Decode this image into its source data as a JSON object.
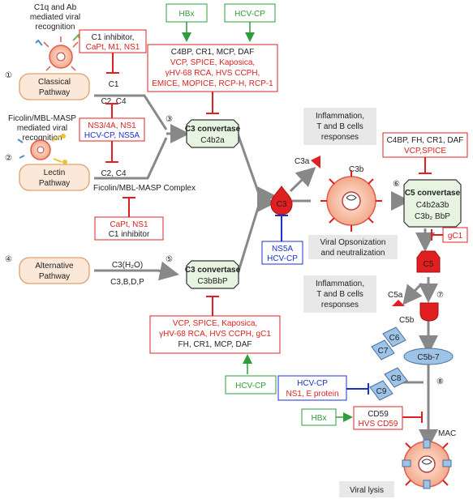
{
  "colors": {
    "red": "#e02020",
    "blue": "#1c2fd0",
    "green": "#2e9d3b",
    "pathway_fill": "#fbe8d8",
    "pathway_stroke": "#e0a070",
    "convertase_fill": "#e6f4e1",
    "grey_box": "#e8e8e8",
    "c5b7_fill": "#9dc3e6"
  },
  "classical": {
    "recognition": [
      "C1q and Ab",
      "mediated viral",
      "recognition"
    ],
    "number": "①",
    "pathway": [
      "Classical",
      "Pathway"
    ],
    "inhibitors": [
      "C1 inhibitor,",
      "CaPt, M1, NS1"
    ],
    "c1": "C1",
    "c2c4": "C2, C4"
  },
  "lectin": {
    "recognition": [
      "Ficolin/MBL-MASP",
      "mediated viral",
      "recognition"
    ],
    "number": "②",
    "pathway": [
      "Lectin",
      "Pathway"
    ],
    "inhibitors_line1": "NS3/4A, NS1",
    "inhibitors_line2": "HCV-CP, NS5A",
    "c2c4": "C2, C4",
    "complex": "Ficolin/MBL-MASP Complex",
    "lower_inhibitors": [
      "CaPt, NS1",
      "C1 inhibitor"
    ]
  },
  "alternative": {
    "number": "④",
    "pathway": [
      "Alternative",
      "Pathway"
    ],
    "c3h2o": "C3(H₂O)",
    "factors": "C3,B,D,P"
  },
  "top": {
    "hbx": "HBx",
    "hcvcp": "HCV-CP",
    "regulators_line1": "C4BP, CR1, MCP, DAF",
    "regulators_red": [
      "VCP, SPICE, Kaposica,",
      "γHV-68 RCA, HVS CCPH,",
      "EMICE, MOPICE, RCP-H, RCP-1"
    ]
  },
  "c3conv_classical": {
    "number": "③",
    "title": "C3 convertase",
    "sub": "C4b2a"
  },
  "c3conv_alt": {
    "number": "⑤",
    "title": "C3 convertase",
    "sub": "C3bBbP",
    "regulators_red": [
      "VCP, SPICE, Kaposica,",
      "γHV-68 RCA, HVS CCPH, gC1"
    ],
    "regulators_black": "FH, CR1, MCP, DAF",
    "hcvcp": "HCV-CP"
  },
  "c3": {
    "label": "C3",
    "c3a": "C3a",
    "c3b": "C3b",
    "inhibitors": [
      "NS5A",
      "HCV-CP"
    ],
    "opsonization": [
      "Viral Opsonization",
      "and neutralization"
    ]
  },
  "inflammation_top": [
    "Inflammation,",
    "T and B cells",
    "responses"
  ],
  "c5conv": {
    "number": "⑥",
    "regulators_black": "C4BP, FH, CR1, DAF",
    "regulators_red": "VCP,SPICE",
    "title": "C5 convertase",
    "sub1": "C4b2a3b",
    "sub2": "C3b₂ BbP",
    "gc1": "gC1"
  },
  "c5": {
    "label": "C5",
    "number": "⑦",
    "c5a": "C5a",
    "c5b": "C5b",
    "inflammation": [
      "Inflammation,",
      "T and B cells",
      "responses"
    ]
  },
  "mac": {
    "c6": "C6",
    "c7": "C7",
    "c5b7": "C5b-7",
    "c8": "C8",
    "c9": "C9",
    "number": "⑧",
    "inhibitors_blue": "HCV-CP",
    "inhibitors_red": "NS1, E protein",
    "hbx": "HBx",
    "cd59": "CD59",
    "hvs_cd59": "HVS CD59",
    "mac_label": "MAC",
    "lysis": "Viral lysis"
  }
}
